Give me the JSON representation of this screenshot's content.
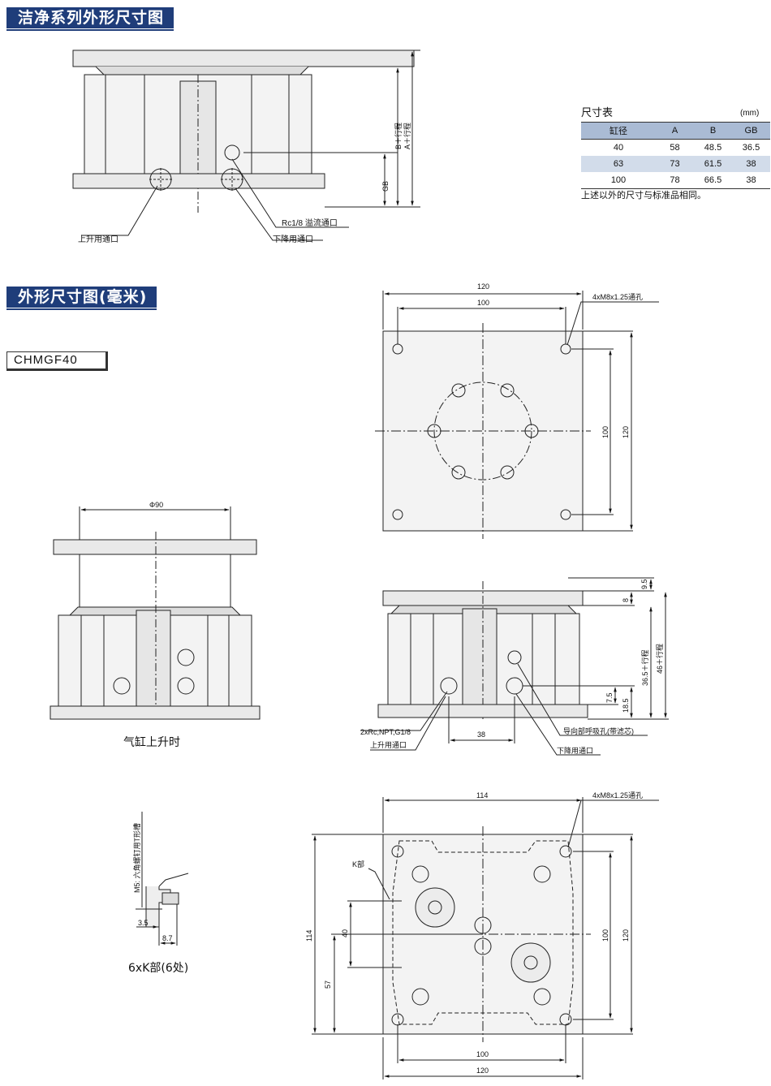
{
  "section1": {
    "title": "洁净系列外形尺寸图"
  },
  "section2": {
    "title": "外形尺寸图(毫米)"
  },
  "model_label": "CHMGF40",
  "top_drawing": {
    "dim_b": "B＋行程",
    "dim_a": "A＋行程",
    "dim_gb": "GB",
    "label_rc": "Rc1/8 溢流通口",
    "label_up": "上升用通口",
    "label_down": "下降用通口"
  },
  "dim_table": {
    "title": "尺寸表",
    "unit": "(mm)",
    "headers": [
      "缸径",
      "A",
      "B",
      "GB"
    ],
    "rows": [
      [
        "40",
        "58",
        "48.5",
        "36.5"
      ],
      [
        "63",
        "73",
        "61.5",
        "38"
      ],
      [
        "100",
        "78",
        "66.5",
        "38"
      ]
    ],
    "note": "上述以外的尺寸与标准品相同。"
  },
  "top_view": {
    "dim_120": "120",
    "dim_100": "100",
    "hole_note": "4xM8x1.25通孔",
    "dim_v100": "100",
    "dim_v120": "120"
  },
  "raised_view": {
    "dim_phi": "Φ90",
    "caption": "气缸上升时"
  },
  "side_view": {
    "dim_95": "9.5",
    "dim_8": "8",
    "dim_365": "36.5＋行程",
    "dim_46": "46＋行程",
    "dim_75": "7.5",
    "dim_185": "18.5",
    "dim_38": "38",
    "label_port": "2xRc,NPT,G1/8",
    "label_up": "上升用通口",
    "label_breath": "导向部呼吸孔(带滤芯)",
    "label_down": "下降用通口"
  },
  "k_detail": {
    "screw_label": "M5: 六角螺钉用T形槽",
    "dim_35": "3.5",
    "dim_87": "8.7",
    "caption": "6xK部(6处)"
  },
  "bottom_view": {
    "dim_114": "114",
    "hole_note": "4xM8x1.25通孔",
    "k_label": "K部",
    "dim_v114": "114",
    "dim_40": "40",
    "dim_57": "57",
    "dim_v100": "100",
    "dim_v120": "120",
    "dim_b100": "100",
    "dim_b120": "120"
  }
}
